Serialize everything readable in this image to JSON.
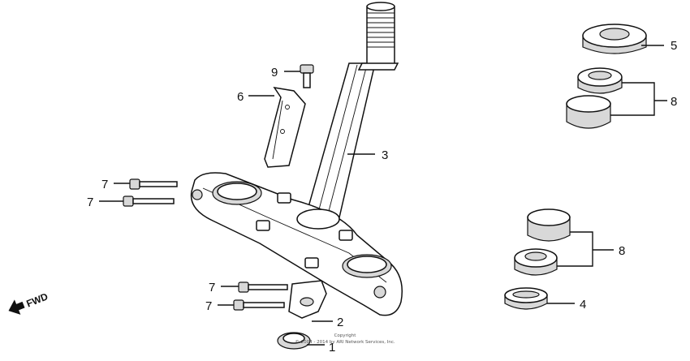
{
  "callouts": {
    "c1": "1",
    "c2": "2",
    "c3": "3",
    "c4": "4",
    "c5": "5",
    "c6": "6",
    "c7a": "7",
    "c7b": "7",
    "c7c": "7",
    "c7d": "7",
    "c8a": "8",
    "c8b": "8",
    "c9": "9"
  },
  "direction_label": "FWD",
  "copyright": {
    "line1": "Copyright",
    "line2": "© 2004 - 2014 by ARI Network Services, Inc."
  }
}
